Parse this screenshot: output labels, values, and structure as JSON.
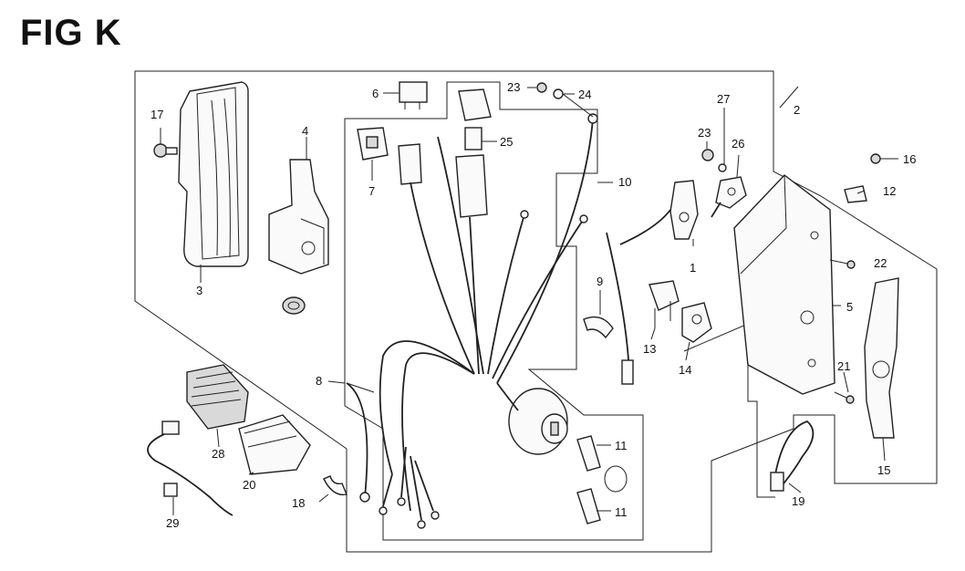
{
  "figure": {
    "title": "FIG K"
  },
  "callouts": {
    "p1": "1",
    "p2": "2",
    "p3": "3",
    "p4": "4",
    "p5": "5",
    "p6": "6",
    "p7": "7",
    "p8": "8",
    "p9": "9",
    "p10": "10",
    "p11a": "11",
    "p11b": "11",
    "p12": "12",
    "p13": "13",
    "p14": "14",
    "p15": "15",
    "p16": "16",
    "p17": "17",
    "p18": "18",
    "p19": "19",
    "p20": "20",
    "p21": "21",
    "p22": "22",
    "p23a": "23",
    "p23b": "23",
    "p24": "24",
    "p25": "25",
    "p26": "26",
    "p27": "27",
    "p28": "28",
    "p29": "29"
  }
}
